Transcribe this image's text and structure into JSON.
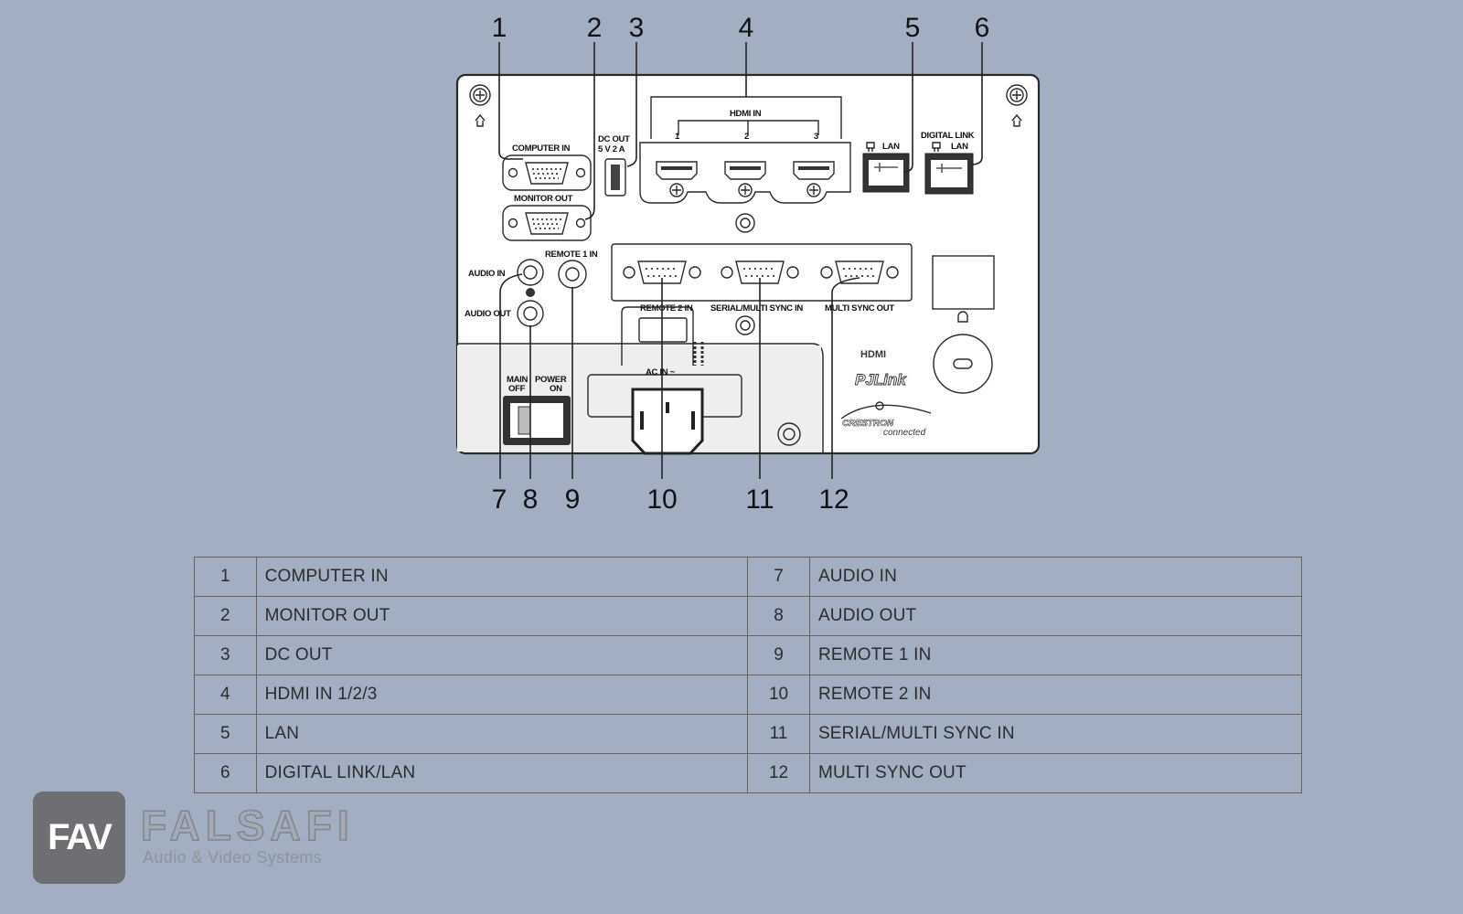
{
  "diagram": {
    "callouts": [
      "1",
      "2",
      "3",
      "4",
      "5",
      "6",
      "7",
      "8",
      "9",
      "10",
      "11",
      "12"
    ],
    "panel_labels": {
      "computer_in": "COMPUTER IN",
      "monitor_out": "MONITOR OUT",
      "dc_out_line1": "DC OUT",
      "dc_out_line2": "5 V  2 A",
      "hdmi_in": "HDMI IN",
      "hdmi_port_1": "1",
      "hdmi_port_2": "2",
      "hdmi_port_3": "3",
      "lan": "LAN",
      "digital_link_line1": "DIGITAL LINK",
      "digital_link_line2": "LAN",
      "audio_in": "AUDIO IN",
      "audio_out": "AUDIO OUT",
      "remote_1_in": "REMOTE 1 IN",
      "remote_2_in": "REMOTE 2 IN",
      "serial_multi_sync_in": "SERIAL/MULTI SYNC IN",
      "multi_sync_out": "MULTI SYNC OUT",
      "main_off": "MAIN",
      "off": "OFF",
      "power": "POWER",
      "on": "ON",
      "ac_in": "AC IN ~",
      "hdmi_logo": "HDMI",
      "pjlink_logo": "PJLink",
      "crestron_logo": "CRESTRON",
      "crestron_connected": "connected"
    }
  },
  "legend": {
    "rows": [
      {
        "left_num": "1",
        "left_name": "COMPUTER IN",
        "right_num": "7",
        "right_name": "AUDIO IN"
      },
      {
        "left_num": "2",
        "left_name": "MONITOR OUT",
        "right_num": "8",
        "right_name": "AUDIO OUT"
      },
      {
        "left_num": "3",
        "left_name": "DC OUT",
        "right_num": "9",
        "right_name": "REMOTE 1 IN"
      },
      {
        "left_num": "4",
        "left_name": "HDMI IN 1/2/3",
        "right_num": "10",
        "right_name": "REMOTE 2 IN"
      },
      {
        "left_num": "5",
        "left_name": "LAN",
        "right_num": "11",
        "right_name": "SERIAL/MULTI SYNC IN"
      },
      {
        "left_num": "6",
        "left_name": "DIGITAL LINK/LAN",
        "right_num": "12",
        "right_name": "MULTI SYNC OUT"
      }
    ]
  },
  "brand": {
    "logo_text": "FAV",
    "name": "FALSAFI",
    "tagline": "Audio & Video Systems"
  }
}
